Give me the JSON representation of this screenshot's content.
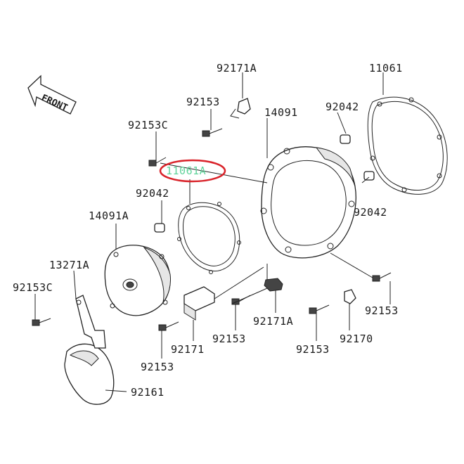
{
  "front_arrow": {
    "text": "FRONT"
  },
  "highlight": {
    "part_number": "11061A",
    "ring_color": "#d9232a",
    "text_color": "#5fd39a"
  },
  "labels": {
    "p92171A_top": "92171A",
    "p11061_top": "11061",
    "p92153_top": "92153",
    "p14091": "14091",
    "p92042_top": "92042",
    "p92153C_top": "92153C",
    "p92042_left": "92042",
    "p92042_right": "92042",
    "p14091A": "14091A",
    "p13271A": "13271A",
    "p92153C_left": "92153C",
    "p92171A_mid": "92171A",
    "p92153_right": "92153",
    "p92153_mid": "92153",
    "p92170": "92170",
    "p92171": "92171",
    "p92153_bot": "92153",
    "p92153_bot2": "92153",
    "p92161": "92161"
  }
}
